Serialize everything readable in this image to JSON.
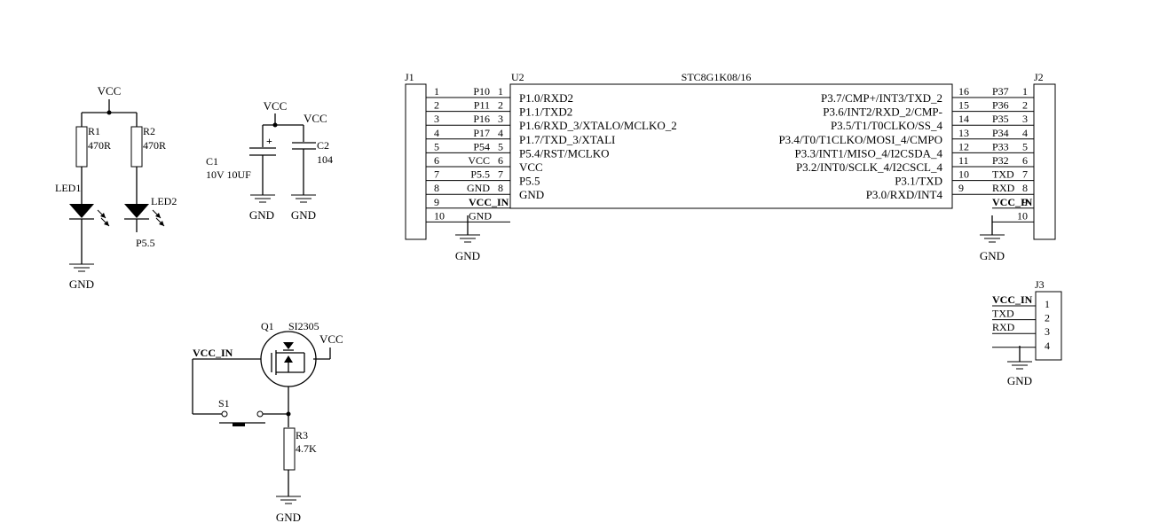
{
  "power": {
    "vcc": "VCC",
    "gnd": "GND",
    "vcc_in": "VCC_IN"
  },
  "leds": {
    "r1": {
      "ref": "R1",
      "value": "470R"
    },
    "r2": {
      "ref": "R2",
      "value": "470R"
    },
    "led1": "LED1",
    "led2": "LED2",
    "led2_net": "P5.5"
  },
  "caps": {
    "c1": {
      "ref": "C1",
      "value": "10V 10UF",
      "polarity": "+"
    },
    "c2": {
      "ref": "C2",
      "value": "104"
    }
  },
  "j1": {
    "ref": "J1",
    "pins": [
      {
        "num": "1",
        "net": "P10"
      },
      {
        "num": "2",
        "net": "P11"
      },
      {
        "num": "3",
        "net": "P16"
      },
      {
        "num": "4",
        "net": "P17"
      },
      {
        "num": "5",
        "net": "P54"
      },
      {
        "num": "6",
        "net": "VCC"
      },
      {
        "num": "7",
        "net": "P5.5"
      },
      {
        "num": "8",
        "net": "GND"
      },
      {
        "num": "9",
        "net": "VCC_IN"
      },
      {
        "num": "10",
        "net": "GND"
      }
    ]
  },
  "u2": {
    "ref": "U2",
    "part": "STC8G1K08/16",
    "left_pins": [
      {
        "num": "1",
        "name": "P1.0/RXD2"
      },
      {
        "num": "2",
        "name": "P1.1/TXD2"
      },
      {
        "num": "3",
        "name": "P1.6/RXD_3/XTALO/MCLKO_2"
      },
      {
        "num": "4",
        "name": "P1.7/TXD_3/XTALI"
      },
      {
        "num": "5",
        "name": "P5.4/RST/MCLKO"
      },
      {
        "num": "6",
        "name": "VCC"
      },
      {
        "num": "7",
        "name": "P5.5"
      },
      {
        "num": "8",
        "name": "GND"
      }
    ],
    "right_pins": [
      {
        "num": "16",
        "name": "P3.7/CMP+/INT3/TXD_2"
      },
      {
        "num": "15",
        "name": "P3.6/INT2/RXD_2/CMP-"
      },
      {
        "num": "14",
        "name": "P3.5/T1/T0CLKO/SS_4"
      },
      {
        "num": "13",
        "name": "P3.4/T0/T1CLKO/MOSI_4/CMPO"
      },
      {
        "num": "12",
        "name": "P3.3/INT1/MISO_4/I2CSDA_4"
      },
      {
        "num": "11",
        "name": "P3.2/INT0/SCLK_4/I2CSCL_4"
      },
      {
        "num": "10",
        "name": "P3.1/TXD"
      },
      {
        "num": "9",
        "name": "P3.0/RXD/INT4"
      }
    ]
  },
  "j2": {
    "ref": "J2",
    "pins": [
      {
        "num": "1",
        "net": "P37"
      },
      {
        "num": "2",
        "net": "P36"
      },
      {
        "num": "3",
        "net": "P35"
      },
      {
        "num": "4",
        "net": "P34"
      },
      {
        "num": "5",
        "net": "P33"
      },
      {
        "num": "6",
        "net": "P32"
      },
      {
        "num": "7",
        "net": "TXD"
      },
      {
        "num": "8",
        "net": "RXD"
      },
      {
        "num": "9",
        "net": "VCC_IN"
      },
      {
        "num": "10",
        "net": ""
      }
    ]
  },
  "j3": {
    "ref": "J3",
    "pins": [
      {
        "num": "1",
        "net": "VCC_IN"
      },
      {
        "num": "2",
        "net": "TXD"
      },
      {
        "num": "3",
        "net": "RXD"
      },
      {
        "num": "4",
        "net": ""
      }
    ]
  },
  "switch": {
    "q1": {
      "ref": "Q1",
      "part": "SI2305"
    },
    "s1": "S1",
    "r3": {
      "ref": "R3",
      "value": "4.7K"
    }
  }
}
